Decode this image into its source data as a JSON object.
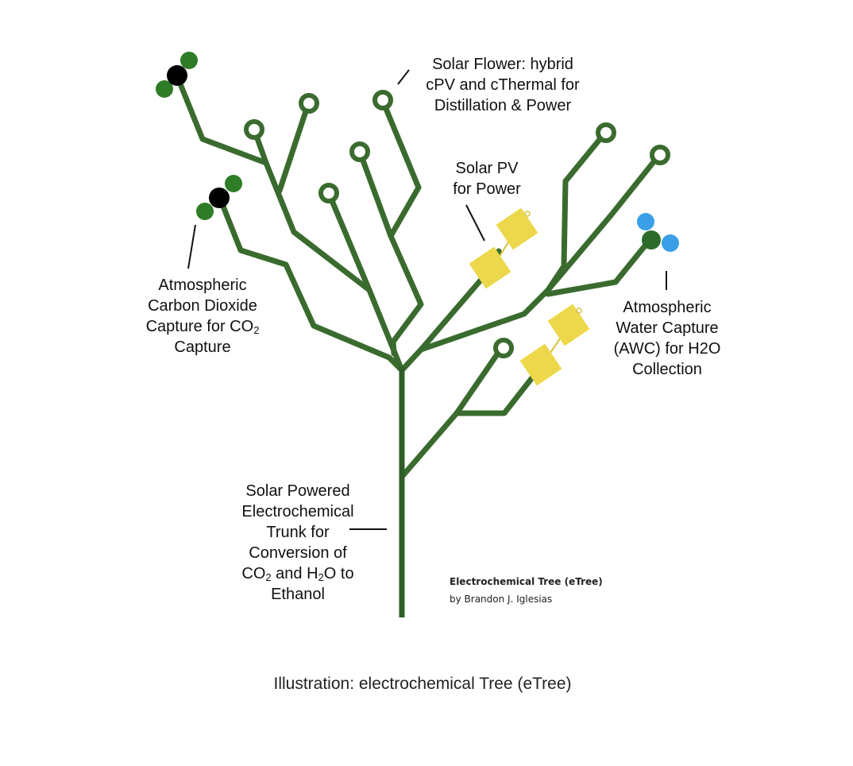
{
  "colors": {
    "branch": "#3a6b2e",
    "trunk": "#2f5e26",
    "carbon": "#000000",
    "oxygen_green": "#2e7d26",
    "water_blue": "#3b9fe8",
    "water_center": "#2e6b2a",
    "solar_panel": "#ecd84a",
    "text": "#111111"
  },
  "labels": {
    "solar_flower": [
      "Solar Flower: hybrid",
      "cPV and cThermal for",
      "Distillation & Power"
    ],
    "solar_pv": [
      "Solar PV",
      "for Power"
    ],
    "co2_capture": {
      "line1": "Atmospheric",
      "line2": "Carbon Dioxide",
      "line3_pre": "Capture for CO",
      "line3_sub": "2",
      "line4": "Capture"
    },
    "awc": [
      "Atmospheric",
      "Water Capture",
      "(AWC) for H2O",
      "Collection"
    ],
    "trunk": {
      "line1": "Solar Powered",
      "line2": "Electrochemical",
      "line3": "Trunk for",
      "line4": "Conversion of",
      "line5_a": "CO",
      "line5_sub1": "2",
      "line5_b": " and H",
      "line5_sub2": "2",
      "line5_c": "O to",
      "line6": "Ethanol"
    }
  },
  "credit": {
    "title": "Electrochemical Tree (eTree)",
    "author": "by Brandon J. Iglesias"
  },
  "caption": "Illustration: electrochemical Tree (eTree)",
  "icons": [
    "solar-flower-icon",
    "solar-panel-icon",
    "co2-molecule-icon",
    "h2o-molecule-icon"
  ]
}
